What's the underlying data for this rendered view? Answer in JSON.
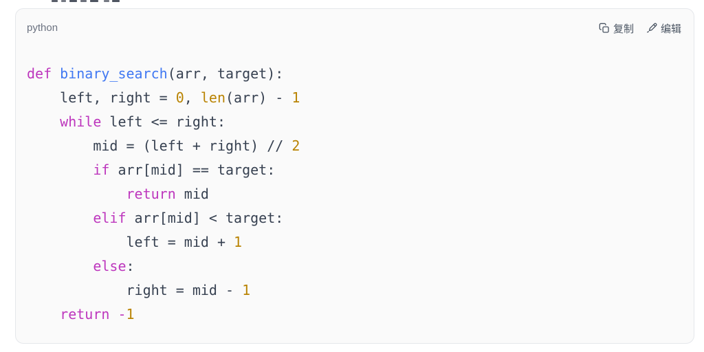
{
  "header": {
    "language": "python",
    "copy_label": "复制",
    "edit_label": "编辑"
  },
  "colors": {
    "cardBg": "#fafafa",
    "cardBorder": "#e5e7eb",
    "labelGray": "#6b7280",
    "btnGray": "#4b5563",
    "plain": "#374151",
    "keyword": "#bd36bd",
    "function": "#4078f2",
    "number": "#b98302",
    "builtin": "#b98302"
  },
  "code": {
    "plain_text": "def binary_search(arr, target):\n    left, right = 0, len(arr) - 1\n    while left <= right:\n        mid = (left + right) // 2\n        if arr[mid] == target:\n            return mid\n        elif arr[mid] < target:\n            left = mid + 1\n        else:\n            right = mid - 1\n    return -1",
    "lines": [
      [
        {
          "t": "def",
          "c": "k"
        },
        {
          "t": " ",
          "c": "p"
        },
        {
          "t": "binary_search",
          "c": "f"
        },
        {
          "t": "(arr, target):",
          "c": "p"
        }
      ],
      [
        {
          "t": "    left, right = ",
          "c": "p"
        },
        {
          "t": "0",
          "c": "n"
        },
        {
          "t": ", ",
          "c": "p"
        },
        {
          "t": "len",
          "c": "b"
        },
        {
          "t": "(arr) - ",
          "c": "p"
        },
        {
          "t": "1",
          "c": "n"
        }
      ],
      [
        {
          "t": "    ",
          "c": "p"
        },
        {
          "t": "while",
          "c": "k"
        },
        {
          "t": " left <= right:",
          "c": "p"
        }
      ],
      [
        {
          "t": "        mid = (left + right) // ",
          "c": "p"
        },
        {
          "t": "2",
          "c": "n"
        }
      ],
      [
        {
          "t": "        ",
          "c": "p"
        },
        {
          "t": "if",
          "c": "k"
        },
        {
          "t": " arr[mid] == target:",
          "c": "p"
        }
      ],
      [
        {
          "t": "            ",
          "c": "p"
        },
        {
          "t": "return",
          "c": "k"
        },
        {
          "t": " mid",
          "c": "p"
        }
      ],
      [
        {
          "t": "        ",
          "c": "p"
        },
        {
          "t": "elif",
          "c": "k"
        },
        {
          "t": " arr[mid] < target:",
          "c": "p"
        }
      ],
      [
        {
          "t": "            left = mid + ",
          "c": "p"
        },
        {
          "t": "1",
          "c": "n"
        }
      ],
      [
        {
          "t": "        ",
          "c": "p"
        },
        {
          "t": "else",
          "c": "k"
        },
        {
          "t": ":",
          "c": "p"
        }
      ],
      [
        {
          "t": "            right = mid - ",
          "c": "p"
        },
        {
          "t": "1",
          "c": "n"
        }
      ],
      [
        {
          "t": "    ",
          "c": "p"
        },
        {
          "t": "return",
          "c": "k"
        },
        {
          "t": " ",
          "c": "p"
        },
        {
          "t": "-",
          "c": "k"
        },
        {
          "t": "1",
          "c": "n"
        }
      ]
    ]
  }
}
